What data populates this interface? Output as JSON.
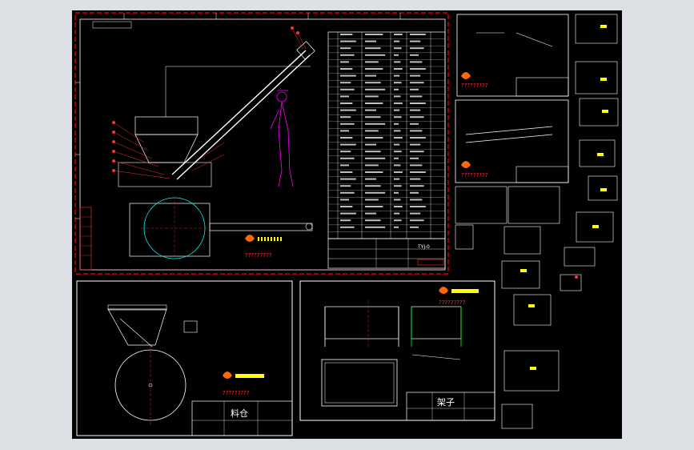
{
  "sheets": {
    "main": {
      "model_code": "TYJ-0",
      "logo_text": "?????????"
    },
    "hopper": {
      "title": "料仓",
      "logo_text": "?????????"
    },
    "frame_rack": {
      "title": "架子",
      "logo_text": "?????????"
    },
    "small_sheets": {
      "logo_text_a": "?????????",
      "logo_text_b": "?????????"
    }
  },
  "colors": {
    "background": "#000000",
    "border_red": "#ff0000",
    "line_white": "#ffffff",
    "accent_yellow": "#ffff00",
    "accent_cyan": "#00ffff",
    "accent_magenta": "#ff00ff",
    "accent_green": "#00ff00",
    "window_bg": "#dcdfe4"
  }
}
